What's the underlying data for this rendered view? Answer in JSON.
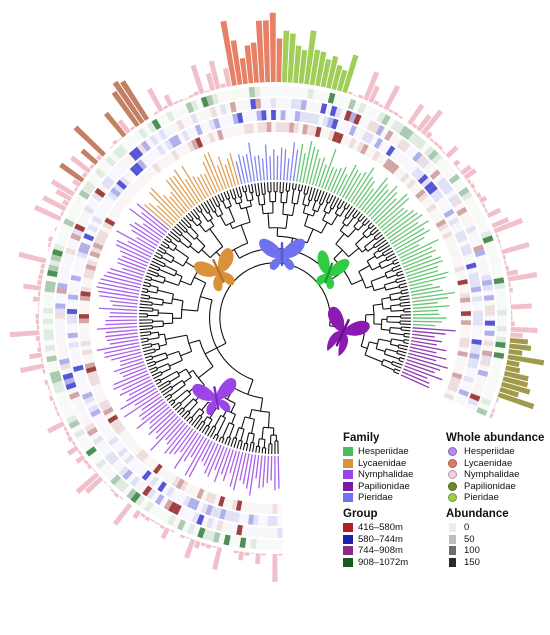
{
  "figure": {
    "colors": {
      "Hesperiidae": "#4cbb5e",
      "Lycaenidae": "#d9913a",
      "Nymphalidae": "#9a45e6",
      "Papilionidae": "#7a1aa0",
      "Pieridae": "#6f72ee",
      "whole_abundance_default": "#f0b5c2",
      "whole_abundance_lycaenidae": "#e36a4a",
      "whole_abundance_hesperiidae": "#8fc63b",
      "whole_abundance_papilionidae": "#8e8a2a",
      "heat_blue": "#3a3acc",
      "heat_red": "#8e2020",
      "heat_green": "#2f7a3a"
    },
    "icons": [
      "pieridae-butterfly-icon",
      "lycaenidae-butterfly-icon",
      "hesperiidae-butterfly-icon",
      "papilionidae-butterfly-icon",
      "nymphalidae-butterfly-icon"
    ]
  },
  "legend": {
    "family": {
      "title": "Family",
      "items": [
        {
          "label": "Hesperiidae",
          "color": "#4cbb5e"
        },
        {
          "label": "Lycaenidae",
          "color": "#d9913a"
        },
        {
          "label": "Nymphalidae",
          "color": "#9a45e6"
        },
        {
          "label": "Papilionidae",
          "color": "#7a1aa0"
        },
        {
          "label": "Pieridae",
          "color": "#6f72ee"
        }
      ]
    },
    "whole_abundance": {
      "title": "Whole abundance",
      "items": [
        {
          "label": "Hesperiidae",
          "color": "#b38cf0"
        },
        {
          "label": "Lycaenidae",
          "color": "#e07a6a"
        },
        {
          "label": "Nymphalidae",
          "color": "#f3cfe0"
        },
        {
          "label": "Papilionidae",
          "color": "#6e8a2e"
        },
        {
          "label": "Pieridae",
          "color": "#9ccf4a"
        }
      ]
    },
    "group": {
      "title": "Group",
      "items": [
        {
          "label": "416–580m",
          "color": "#b01e1e"
        },
        {
          "label": "580–744m",
          "color": "#1f1fae"
        },
        {
          "label": "744–908m",
          "color": "#8a2a8a"
        },
        {
          "label": "908–1072m",
          "color": "#1a5a1a"
        }
      ]
    },
    "abundance": {
      "title": "Abundance",
      "items": [
        {
          "label": "0",
          "color": "#ececec"
        },
        {
          "label": "50",
          "color": "#bdbdbd"
        },
        {
          "label": "100",
          "color": "#6d6d6d"
        },
        {
          "label": "150",
          "color": "#2b2b2b"
        }
      ]
    }
  }
}
